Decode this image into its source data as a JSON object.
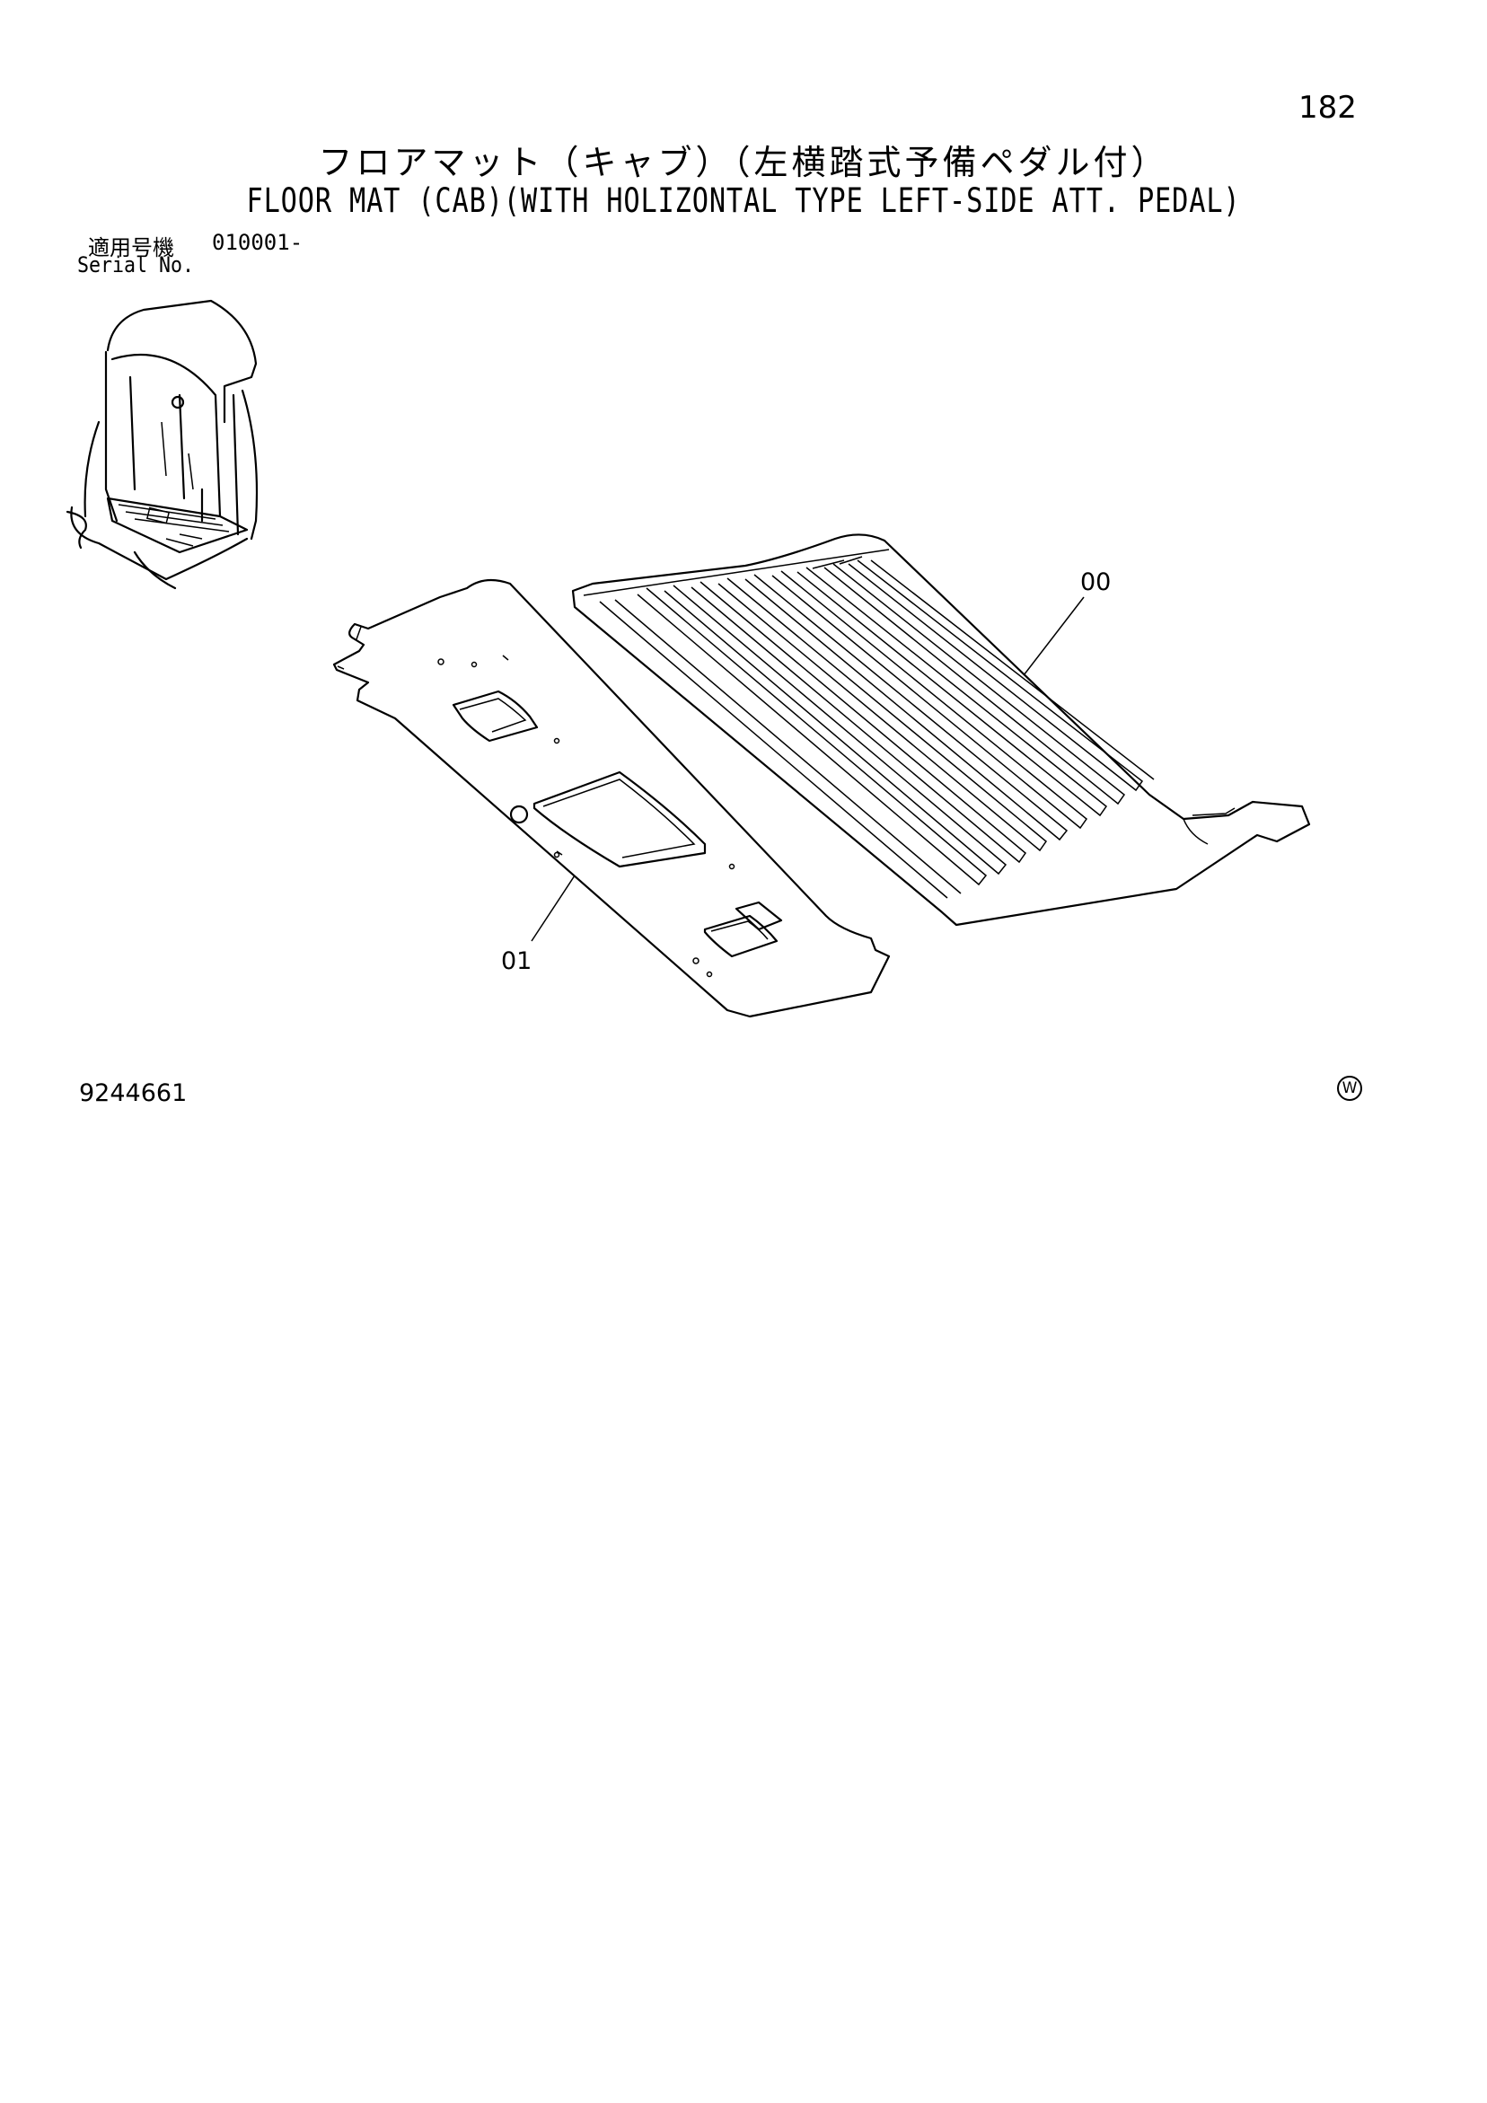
{
  "page_number": "182",
  "title_ja": "フロアマット（キャブ）（左横踏式予備ペダル付）",
  "title_en": "FLOOR MAT (CAB)(WITH HOLIZONTAL TYPE LEFT-SIDE ATT. PEDAL)",
  "serial": {
    "label_ja": "適用号機",
    "value": "010001-",
    "label_en": "Serial No."
  },
  "callouts": {
    "part_00": "00",
    "part_01": "01"
  },
  "drawing_number": "9244661",
  "corner_mark": "W"
}
